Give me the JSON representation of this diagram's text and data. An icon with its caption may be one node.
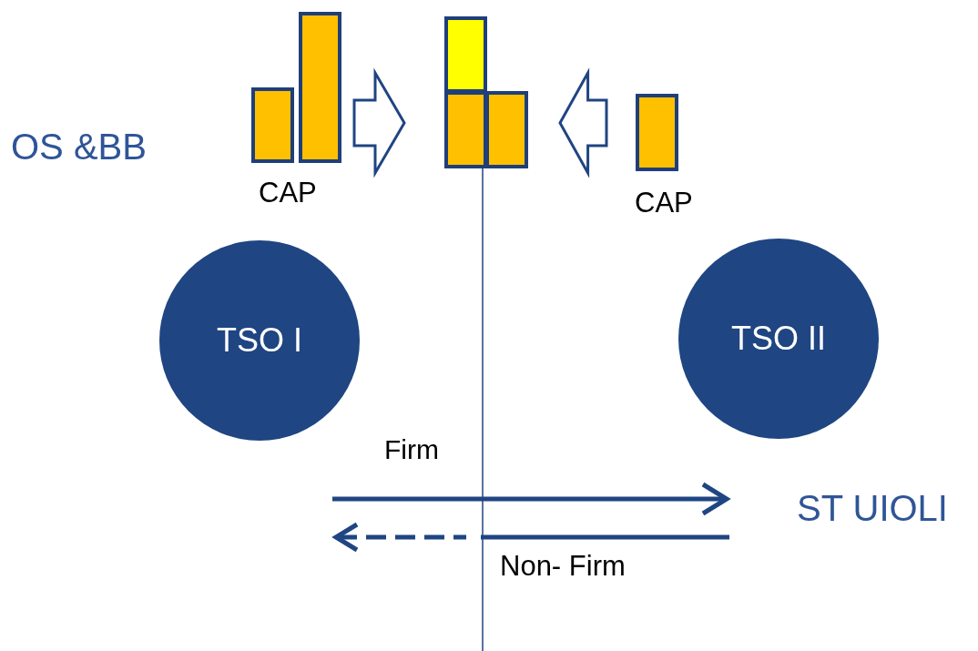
{
  "diagram": {
    "nodes": [
      {
        "text": [],
        "shape": "bar"
      },
      {
        "text": [],
        "shape": "bar"
      },
      {
        "text": [],
        "shape": "bar"
      },
      {
        "text": [],
        "shape": "bar"
      },
      {
        "text": [],
        "shape": "bar"
      },
      {
        "text": [],
        "shape": "bar"
      },
      {
        "text": [
          "TSO I"
        ]
      },
      {
        "text": [
          "TSO II"
        ]
      }
    ],
    "edges": [
      {
        "from": 1,
        "to": 3,
        "arrow": "to"
      },
      {
        "from": 5,
        "to": 4,
        "arrow": "to"
      }
    ],
    "labels": [
      "OS &BB",
      "CAP",
      "CAP",
      "Firm",
      "Non- Firm",
      "ST UIOLI"
    ]
  }
}
